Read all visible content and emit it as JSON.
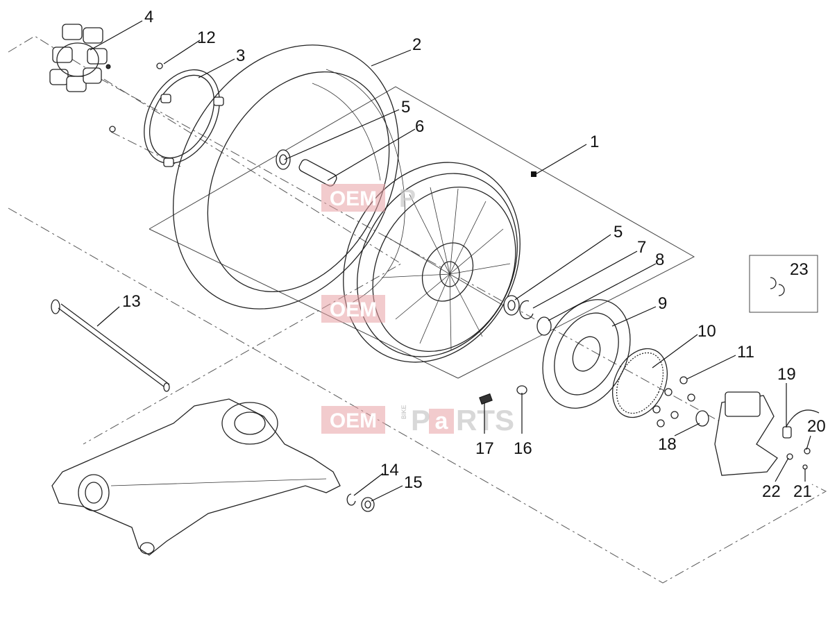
{
  "callouts": [
    {
      "id": "1"
    },
    {
      "id": "2"
    },
    {
      "id": "3"
    },
    {
      "id": "4"
    },
    {
      "id": "5"
    },
    {
      "id": "5"
    },
    {
      "id": "6"
    },
    {
      "id": "7"
    },
    {
      "id": "8"
    },
    {
      "id": "9"
    },
    {
      "id": "10"
    },
    {
      "id": "11"
    },
    {
      "id": "12"
    },
    {
      "id": "13"
    },
    {
      "id": "14"
    },
    {
      "id": "15"
    },
    {
      "id": "16"
    },
    {
      "id": "17"
    },
    {
      "id": "18"
    },
    {
      "id": "19"
    },
    {
      "id": "20"
    },
    {
      "id": "21"
    },
    {
      "id": "22"
    },
    {
      "id": "23"
    }
  ],
  "watermark": {
    "oem": "OEM",
    "bike": "BIKE",
    "parts_a": "P",
    "parts_b": "a",
    "parts_c": "RTS"
  },
  "colors": {
    "line": "#222222",
    "watermark_red": "#e8a0a4",
    "watermark_grey": "#c8c8c8"
  }
}
